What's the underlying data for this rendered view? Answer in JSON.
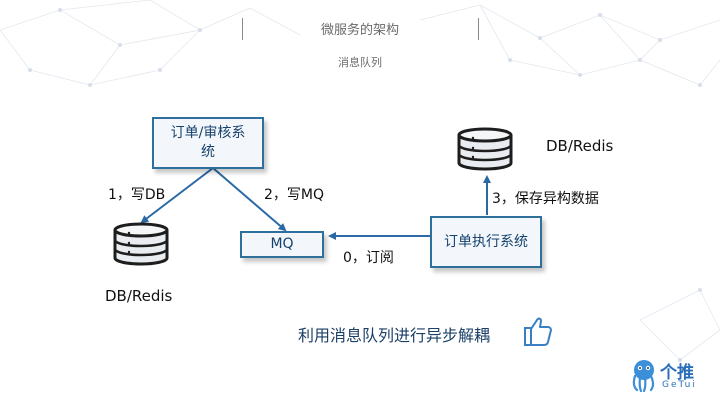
{
  "header": {
    "title": "微服务的架构",
    "subtitle": "消息队列"
  },
  "diagram": {
    "order_audit_line1": "订单/审核系",
    "order_audit_line2": "统",
    "mq": "MQ",
    "order_exec": "订单执行系统",
    "db_left": "DB/Redis",
    "db_right": "DB/Redis",
    "edge_write_db": "1，写DB",
    "edge_write_mq": "2，写MQ",
    "edge_subscribe": "0，订阅",
    "edge_save_async": "3，保存异构数据"
  },
  "motto": "利用消息队列进行异步解耦",
  "brand": {
    "name": "个推",
    "sub": "GeTui"
  },
  "colors": {
    "box_border": "#2f6f9c",
    "box_text": "#16426e",
    "arrow": "#2a69a4",
    "bg_network": "#dfe6ee"
  },
  "icons": [
    "database-icon",
    "thumbs-up-icon",
    "getui-logo"
  ]
}
